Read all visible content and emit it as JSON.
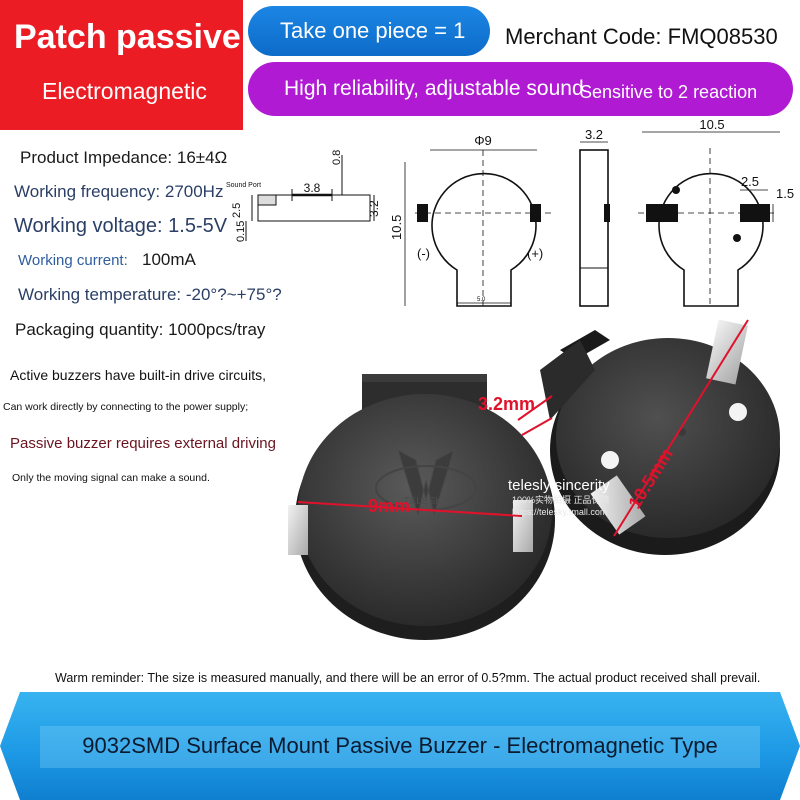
{
  "header": {
    "badge_title": "Patch passive",
    "badge_subtitle": "Electromagnetic",
    "pill_quantity": "Take one piece = 1",
    "merchant_code": "Merchant Code: FMQ08530",
    "pill_features_1": "High reliability, adjustable sound",
    "pill_features_2": "Sensitive to 2 reaction"
  },
  "specs": [
    {
      "label": "Product Impedance: 16±4Ω"
    },
    {
      "label": "Working frequency: 2700Hz"
    },
    {
      "label": "Working voltage: 1.5-5V"
    },
    {
      "label": "Working current:",
      "value": "100mA"
    },
    {
      "label": "Working temperature: -20°?~+75°?"
    },
    {
      "label": "Packaging quantity: 1000pcs/tray"
    }
  ],
  "notes": {
    "active_title": "Active buzzers have built-in drive circuits,",
    "active_detail": "Can work directly by connecting to the power supply;",
    "passive_title": "Passive buzzer requires external driving",
    "passive_detail": "Only the moving signal can make a sound."
  },
  "drawing_side": {
    "port_label": "Sound Port",
    "d38": "3.8",
    "d08": "0.8",
    "d25": "2.5",
    "d32": "3.2",
    "d015": "0.15"
  },
  "drawing_front": {
    "phi": "Φ9",
    "height": "10.5",
    "minus": "(-)",
    "plus": "(+)",
    "base": "5.0"
  },
  "drawing_thickness": {
    "t": "3.2"
  },
  "drawing_back": {
    "width": "10.5",
    "d25": "2.5",
    "d15": "1.5"
  },
  "photo": {
    "dim_thickness": "3.2mm",
    "dim_height": "10.5mm",
    "dim_width": "9mm",
    "logo_text": "TELESKY",
    "watermark_1": "telesly sincerity",
    "watermark_2": "100%实物拍摄 正品保障",
    "watermark_3": "https://telesky.tmall.com"
  },
  "footer": {
    "warning": "Warm reminder: The size is measured manually, and there will be an error of 0.5?mm. The actual product received shall prevail.",
    "banner_title": "9032SMD Surface Mount Passive Buzzer - Electromagnetic Type"
  },
  "colors": {
    "badge": "#ec1c24",
    "pill_blue": "#1577d6",
    "pill_purple": "#b01ad3",
    "dim_red": "#e0122b",
    "banner": "#1e9ae6"
  }
}
